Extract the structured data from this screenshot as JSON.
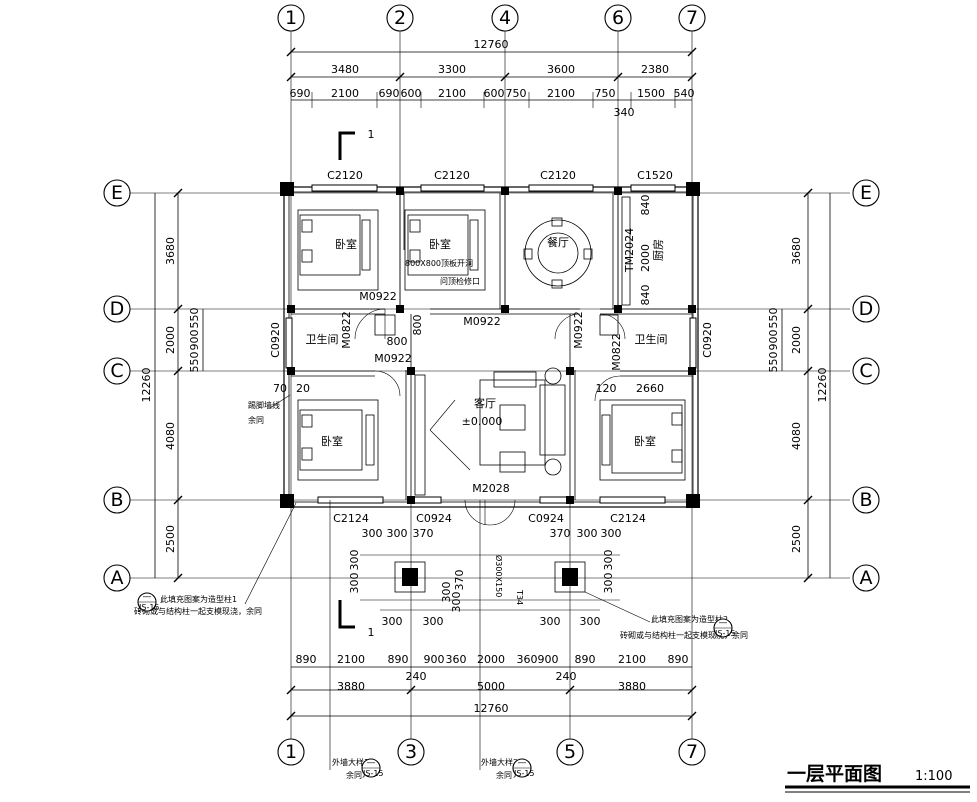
{
  "title": {
    "main": "一层平面图",
    "scale": "1:100"
  },
  "axes": {
    "top": [
      "1",
      "2",
      "4",
      "6",
      "7"
    ],
    "bottom": [
      "1",
      "3",
      "5",
      "7"
    ],
    "left": [
      "E",
      "D",
      "C",
      "B",
      "A"
    ],
    "right": [
      "E",
      "D",
      "C",
      "B",
      "A"
    ]
  },
  "dims": {
    "top_total": "12760",
    "top_row1": [
      "3480",
      "3300",
      "3600",
      "2380"
    ],
    "top_row2": [
      "690",
      "2100",
      "690",
      "600",
      "2100",
      "600",
      "750",
      "2100",
      "750",
      "1500",
      "540"
    ],
    "top_extra": "340",
    "bottom_row1": [
      "890",
      "2100",
      "890",
      "900",
      "360",
      "2000",
      "360",
      "900",
      "890",
      "2100",
      "890"
    ],
    "bottom_extra": [
      "240",
      "240"
    ],
    "bottom_row2": [
      "3880",
      "5000",
      "3880"
    ],
    "bottom_total": "12760",
    "left_outer": "12260",
    "left_mid": [
      "3680",
      "2000",
      "4080",
      "2500"
    ],
    "left_inner": [
      "550",
      "900",
      "550"
    ],
    "right_outer": "12260",
    "right_mid": [
      "3680",
      "2000",
      "4080",
      "2500"
    ],
    "right_inner": [
      "550",
      "900",
      "550"
    ],
    "porch_top": [
      "300",
      "300",
      "370"
    ],
    "porch_top_r": [
      "370",
      "300",
      "300"
    ],
    "porch_bottom": [
      "300",
      "300"
    ],
    "porch_bottom_r": [
      "300",
      "300"
    ],
    "porch_left": [
      "300",
      "300"
    ],
    "porch_right": [
      "300",
      "300"
    ],
    "porch_steps": [
      "300",
      "300",
      "370"
    ],
    "room_dims": [
      "70",
      "20",
      "120",
      "2660"
    ],
    "kitchen_v": [
      "840",
      "2000",
      "840"
    ],
    "misc": [
      "800",
      "800"
    ]
  },
  "windows": {
    "top": [
      "C2120",
      "C2120",
      "C2120",
      "C1520"
    ],
    "bottom": [
      "C2124",
      "C0924",
      "C0924",
      "C2124"
    ],
    "side": [
      "C0920",
      "C0920"
    ]
  },
  "doors": [
    "M0922",
    "M0922",
    "M0922",
    "M0922",
    "M0822",
    "M0822",
    "M2028",
    "TM2024"
  ],
  "rooms": {
    "bedroom": "卧室",
    "dining": "餐厅",
    "kitchen": "厨房",
    "bath": "卫生间",
    "living": "客厅",
    "living_level": "±0.000"
  },
  "notes": {
    "hatch": "800X800顶板开洞",
    "hatch2": "问顶检修口",
    "baseboard": "踢脚墙线",
    "baseboard2": "余同",
    "col_note_l": "此填充图案为造型柱1",
    "col_note_l2": "砖砌或与结构柱一起支模现浇，余同",
    "col_note_r": "此填充图案为造型柱2",
    "col_note_r2": "砖砌或与结构柱一起支模现浇，余同",
    "col_size": "Ø300X150",
    "step": "T34",
    "detail1": "外墙大样1",
    "detail1b": "余同",
    "detail2": "外墙大样2",
    "detail2b": "余同",
    "sheet_ref": "JS-15",
    "dash": "—"
  },
  "section_marks": [
    "1",
    "1"
  ]
}
